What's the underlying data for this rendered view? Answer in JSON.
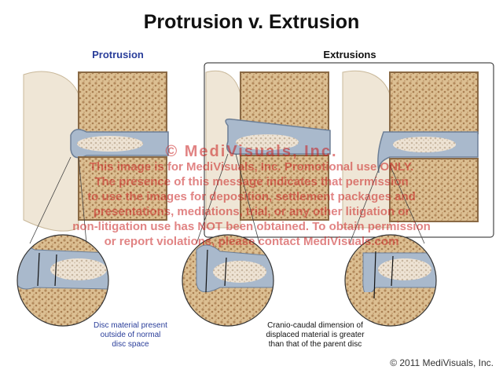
{
  "title": "Protrusion v. Extrusion",
  "panel_labels": {
    "left": "Protrusion",
    "right": "Extrusions"
  },
  "captions": {
    "left": [
      "Disc material present",
      "outside of normal",
      "disc space"
    ],
    "right": [
      "Cranio-caudal dimension of",
      "displaced material is greater",
      "than that of the parent disc"
    ]
  },
  "watermark": {
    "title": "© MediVisuals, Inc.",
    "lines": [
      "This image is for MediVisuals, Inc. Promotional use ONLY.",
      "The presence of this message indicates that permission",
      "to use the images for deposition, settlement packages and",
      "presentations, mediations, trial, or any other litigation or",
      "non-litigation use has NOT been obtained. To obtain permission",
      "or report violations, please contact MediVisuals.com"
    ]
  },
  "copyright": "© 2011 MediVisuals, Inc.",
  "colors": {
    "bone": "#d9b98a",
    "bone_dark": "#8a6a45",
    "disc": "#a9b9cc",
    "nucleus": "#e9dccb",
    "label_blue": "#2a3e9a",
    "watermark_red": "#c81e1e"
  }
}
